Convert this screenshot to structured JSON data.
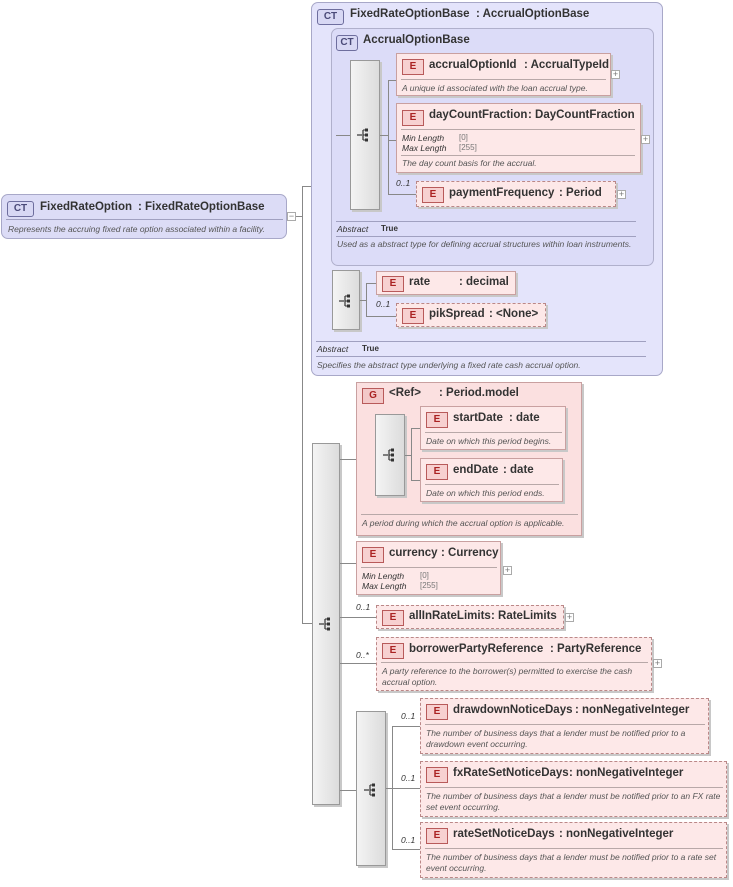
{
  "root": {
    "badge": "CT",
    "name": "FixedRateOption",
    "type": ": FixedRateOptionBase",
    "doc": "Represents the accruing fixed rate option associated within a facility."
  },
  "base": {
    "badge": "CT",
    "name": "FixedRateOptionBase",
    "type": ": AccrualOptionBase",
    "abstract_label": "Abstract",
    "abstract_value": "True",
    "doc": "Specifies the abstract type underlying a fixed rate cash accrual option."
  },
  "accrual_base": {
    "badge": "CT",
    "name": "AccrualOptionBase",
    "abstract_label": "Abstract",
    "abstract_value": "True",
    "doc": "Used as a abstract type for defining accrual structures within loan instruments."
  },
  "elements": {
    "accrualOptionId": {
      "badge": "E",
      "name": "accrualOptionId",
      "type": ": AccrualTypeId",
      "doc": "A unique id associated with the loan accrual type."
    },
    "dayCountFraction": {
      "badge": "E",
      "name": "dayCountFraction",
      "type": ": DayCountFraction",
      "min_label": "Min Length",
      "min_value": "[0]",
      "max_label": "Max Length",
      "max_value": "[255]",
      "doc": "The day count basis for the accrual."
    },
    "paymentFrequency": {
      "badge": "E",
      "occurs": "0..1",
      "name": "paymentFrequency",
      "type": ": Period"
    },
    "rate": {
      "badge": "E",
      "name": "rate",
      "type": ": decimal"
    },
    "pikSpread": {
      "badge": "E",
      "occurs": "0..1",
      "name": "pikSpread",
      "type": ": <None>"
    },
    "period_group": {
      "badge": "G",
      "name": "<Ref>",
      "type": ": Period.model",
      "doc": "A period during which the accrual option is applicable."
    },
    "startDate": {
      "badge": "E",
      "name": "startDate",
      "type": ": date",
      "doc": "Date on which this period begins."
    },
    "endDate": {
      "badge": "E",
      "name": "endDate",
      "type": ": date",
      "doc": "Date on which this period ends."
    },
    "currency": {
      "badge": "E",
      "name": "currency",
      "type": ": Currency",
      "min_label": "Min Length",
      "min_value": "[0]",
      "max_label": "Max Length",
      "max_value": "[255]"
    },
    "allInRateLimits": {
      "badge": "E",
      "occurs": "0..1",
      "name": "allInRateLimits",
      "type": ": RateLimits"
    },
    "borrowerPartyReference": {
      "badge": "E",
      "occurs": "0..*",
      "name": "borrowerPartyReference",
      "type": ": PartyReference",
      "doc": "A party reference to the borrower(s) permitted to exercise the cash accrual option."
    },
    "drawdownNoticeDays": {
      "badge": "E",
      "occurs": "0..1",
      "name": "drawdownNoticeDays",
      "type": ": nonNegativeInteger",
      "doc": "The number of business days that a lender must be notified prior to a drawdown event occurring."
    },
    "fxRateSetNoticeDays": {
      "badge": "E",
      "occurs": "0..1",
      "name": "fxRateSetNoticeDays",
      "type": ": nonNegativeInteger",
      "doc": "The number of business days that a lender must be notified prior to an FX rate set event occurring."
    },
    "rateSetNoticeDays": {
      "badge": "E",
      "occurs": "0..1",
      "name": "rateSetNoticeDays",
      "type": ": nonNegativeInteger",
      "doc": "The number of business days that a lender must be notified prior to a rate set event occurring."
    }
  },
  "colors": {
    "complex_type_fill": "#e4e4fb",
    "element_fill": "#fde8e8",
    "connector": "#888888"
  },
  "icons": {
    "expand": "plus-icon",
    "collapse": "minus-icon",
    "sequence": "sequence-icon"
  },
  "expand_glyph": "+",
  "collapse_glyph": "−"
}
